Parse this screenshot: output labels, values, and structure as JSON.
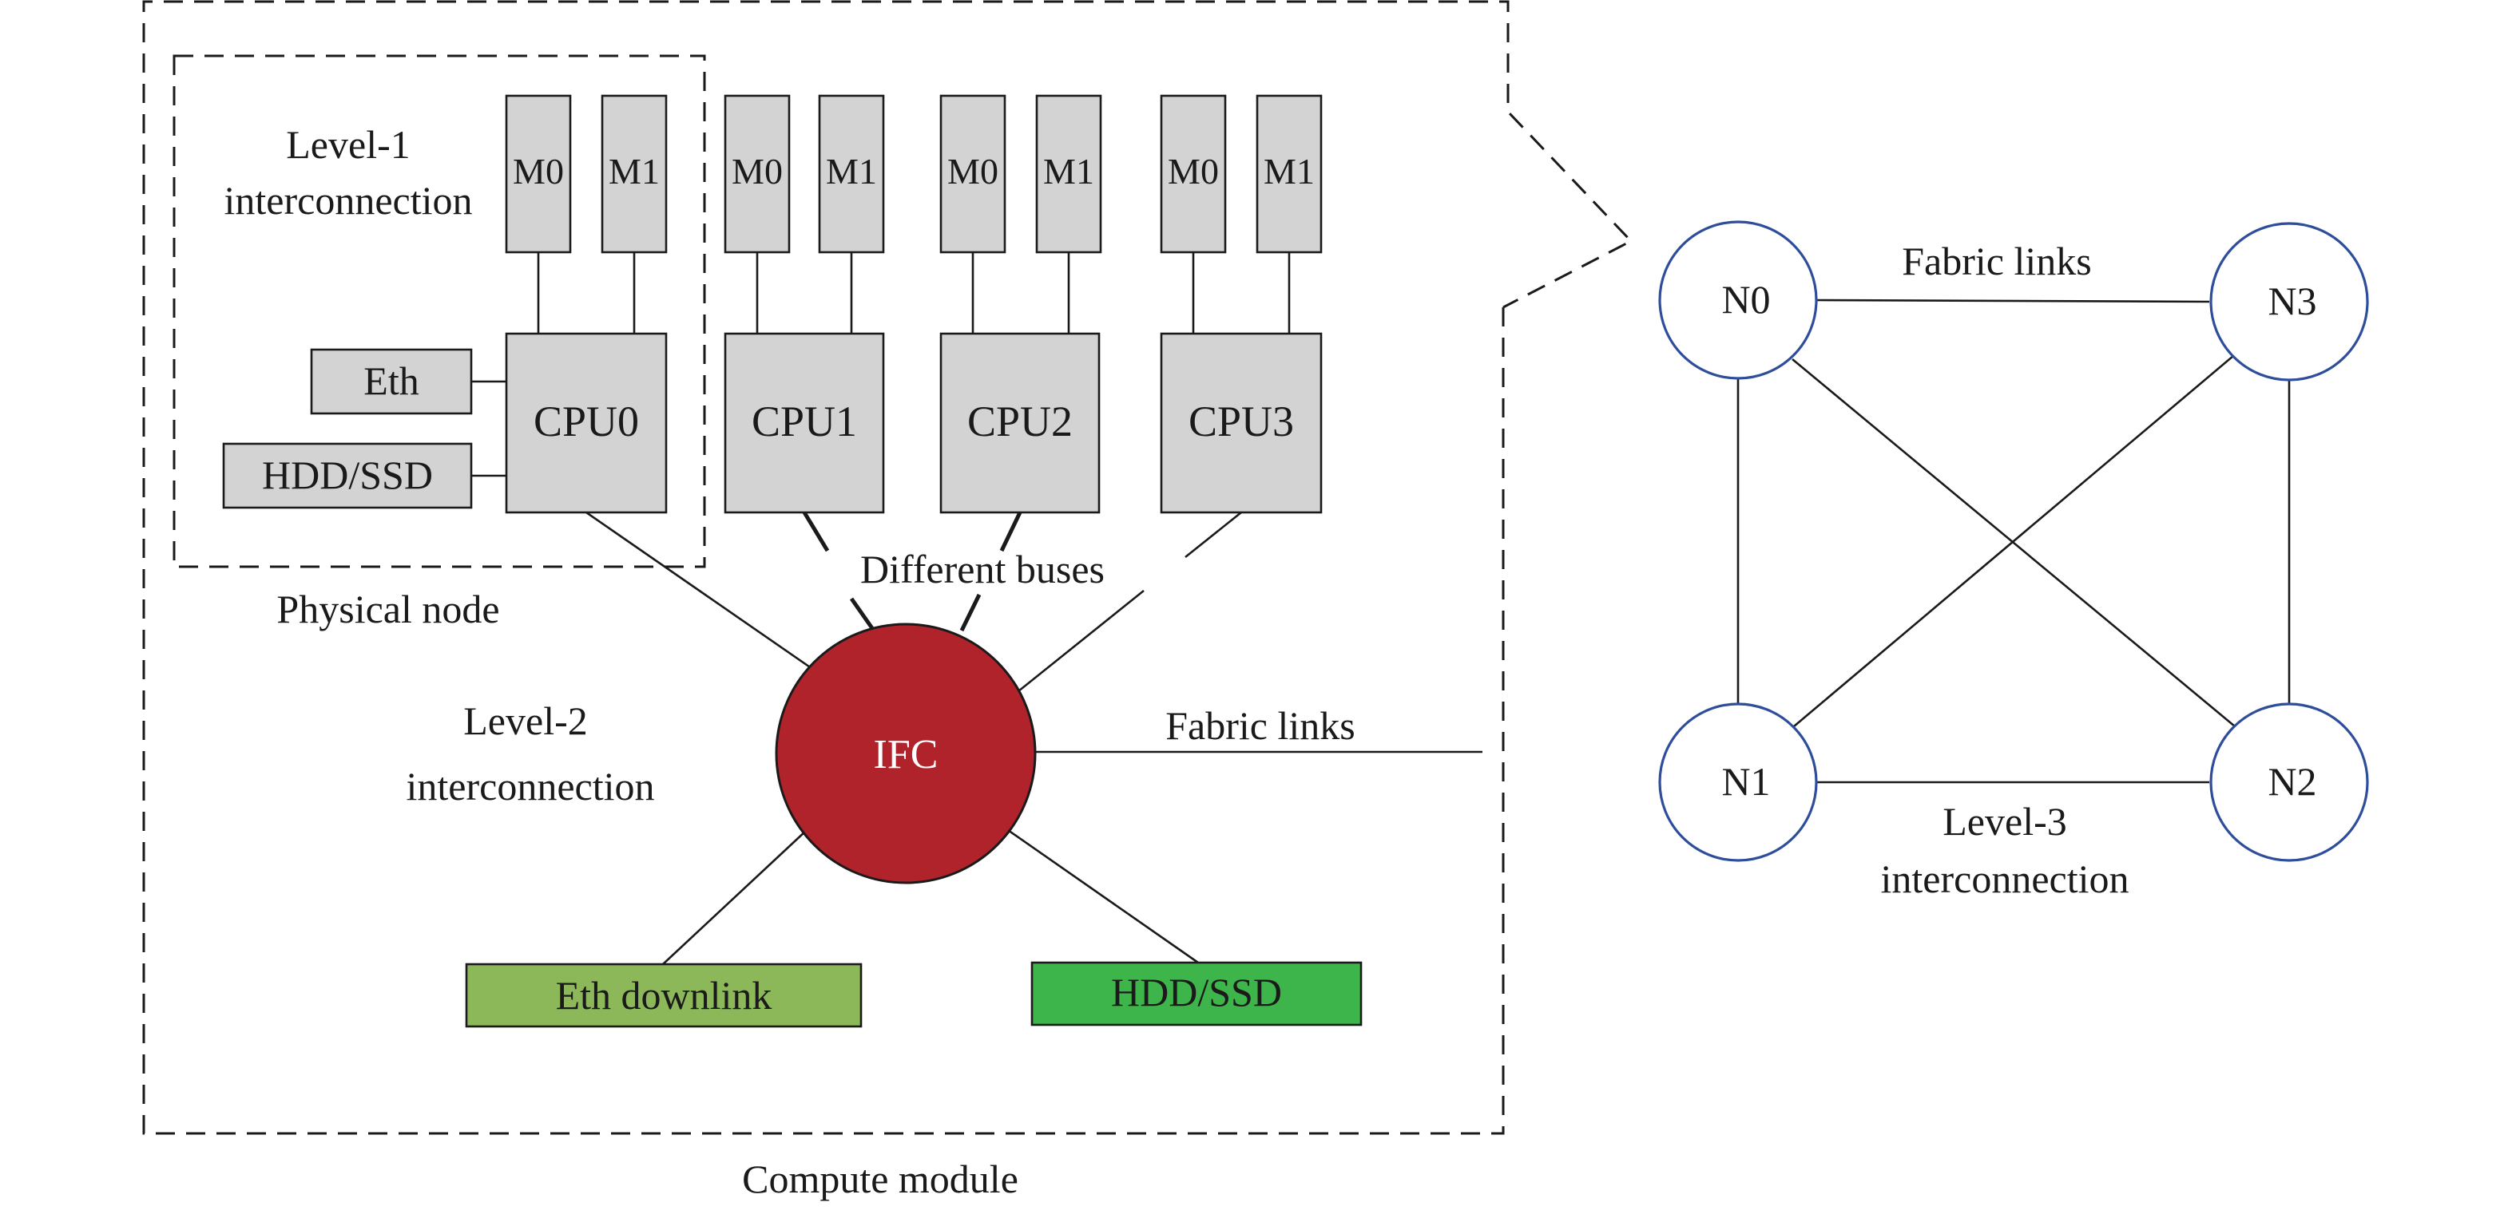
{
  "compute_module": {
    "label": "Compute module",
    "physical_node": {
      "label": "Physical node",
      "level1_lines": [
        "Level-1",
        "interconnection"
      ],
      "eth": "Eth",
      "storage": "HDD/SSD"
    },
    "cpus": [
      {
        "name": "CPU0",
        "memories": [
          "M0",
          "M1"
        ]
      },
      {
        "name": "CPU1",
        "memories": [
          "M0",
          "M1"
        ]
      },
      {
        "name": "CPU2",
        "memories": [
          "M0",
          "M1"
        ]
      },
      {
        "name": "CPU3",
        "memories": [
          "M0",
          "M1"
        ]
      }
    ],
    "buses_label": "Different buses",
    "level2_lines": [
      "Level-2",
      "interconnection"
    ],
    "ifc": {
      "label": "IFC",
      "color": "#b0232b"
    },
    "fabric_label": "Fabric links",
    "eth_downlink": {
      "label": "Eth downlink",
      "color": "#8db85a"
    },
    "hdd_ssd": {
      "label": "HDD/SSD",
      "color": "#3db54a"
    }
  },
  "topology": {
    "nodes": [
      "N0",
      "N3",
      "N1",
      "N2"
    ],
    "node_stroke": "#2e4d9a",
    "fabric_label": "Fabric links",
    "level3_lines": [
      "Level-3",
      "interconnection"
    ]
  }
}
